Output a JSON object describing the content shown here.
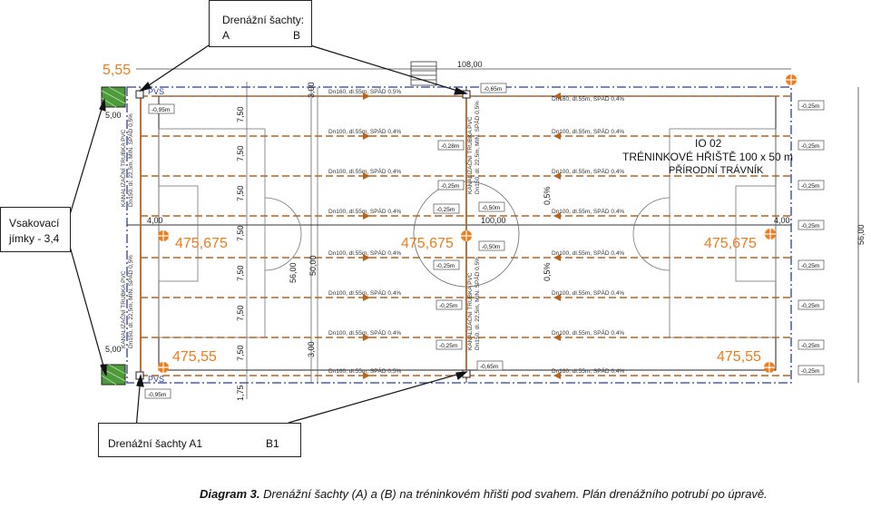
{
  "callouts": {
    "top_title": "Drenážní šachty:",
    "top_a": "A",
    "top_b": "B",
    "left_line1": "Vsakovací",
    "left_line2": "jímky - 3,4",
    "bottom_a1": "Drenážní šachty A1",
    "bottom_b1": "B1"
  },
  "caption": {
    "label": "Diagram 3.",
    "text": " Drenážní šachty (A) a (B) na tréninkovém hřišti pod svahem. Plán drenážního potrubí po úpravě."
  },
  "plan": {
    "title_line1": "IO 02",
    "title_line2": "TRÉNINKOVÉ HŘIŠTĚ 100 x 50 m",
    "title_line3": "PŘÍRODNÍ TRÁVNÍK",
    "corner_level": "5,55",
    "top_dimension": "108,00",
    "right_dimension": "56,00",
    "center_dimension": "100,00",
    "left_dimension_56": "56,00",
    "left_dimension_50": "50,00",
    "dim_4_left": "4,00",
    "dim_4_right": "4,00",
    "dim_5_top": "5,00",
    "dim_5_bottom": "5,00",
    "dim_3_top": "3,00",
    "dim_3_bottom": "3,00",
    "dim_175": "1,75",
    "dim_750": "7,50",
    "pvs": "PVS",
    "elev_upper_left": "475,675",
    "elev_upper_center": "475,675",
    "elev_upper_right": "475,675",
    "elev_lower_left": "475,55",
    "elev_lower_right": "475,55",
    "slope_upper": "0,5%",
    "slope_lower": "0,5%",
    "pipe_edge": "Dn160, dl.55m, SPÁD 0,5%",
    "pipe_edge_right": "Dn160, dl.55m, SPÁD 0,4%",
    "pipe_inner": "Dn100, dl.55m, SPÁD 0,4%",
    "collector_vertical": "KANALIZAČNÍ TRUBKA PVC",
    "collector_spec_left": "Dn150, dl. 22,5m, MIN. SPÁD 0,5%",
    "collector_spec_center": "Dn150, dl. 22,5m, MIN. SPÁD 0,5%",
    "depth_left_top": "-0,95m",
    "depth_left_bottom": "-0,95m",
    "depth_center_top": "-0,65m",
    "depth_center_bottom": "-0,65m",
    "depth_center_mid_upper": "-0,50m",
    "depth_center_mid_lower": "-0,50m",
    "depth_028": "-0,28m",
    "depth_025": "-0,25m",
    "depth_right": "-0,25m"
  },
  "colors": {
    "pipe": "#b9631a",
    "boundary": "#2b3f9e",
    "marker": "#f07c1a",
    "grass": "#4c9a3a",
    "line": "#222222",
    "grid": "#8a8a8a"
  }
}
